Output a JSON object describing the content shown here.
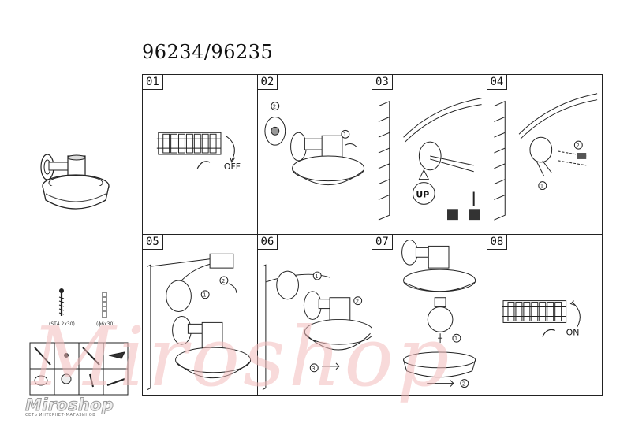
{
  "title": "96234/96235",
  "steps": [
    {
      "number": "01",
      "labels": [
        "OFF"
      ]
    },
    {
      "number": "02",
      "labels": []
    },
    {
      "number": "03",
      "labels": [
        "UP"
      ]
    },
    {
      "number": "04",
      "labels": []
    },
    {
      "number": "05",
      "labels": []
    },
    {
      "number": "06",
      "labels": []
    },
    {
      "number": "07",
      "labels": []
    },
    {
      "number": "08",
      "labels": [
        "ON"
      ]
    }
  ],
  "hardware": {
    "screw_label": "(ST4.2x30)",
    "plug_label": "(ϕ6x30)"
  },
  "watermark_text": "Miroshop",
  "logo": {
    "name": "Miroshop",
    "subtitle": "СЕТЬ ИНТЕРНЕТ-МАГАЗИНОВ"
  }
}
